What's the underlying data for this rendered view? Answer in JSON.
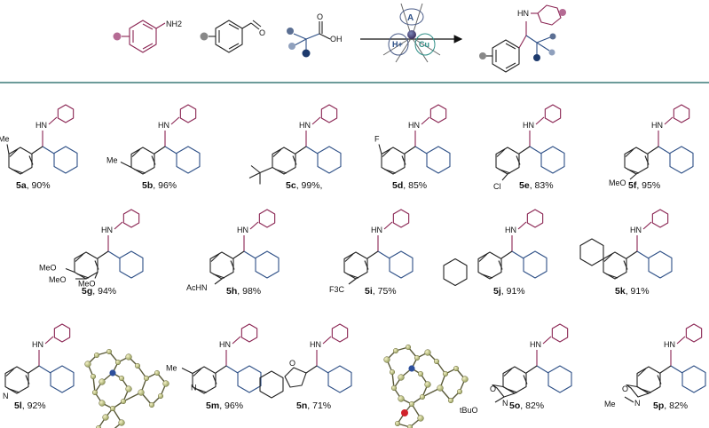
{
  "reaction": {
    "amine_label": "NH2",
    "aldehyde_label": "O",
    "acid_label": "OH",
    "acid_carbonyl_label": "O",
    "product_nh": "HN",
    "catalyst": {
      "a": "A",
      "acid": "H+",
      "cu": "Cu"
    }
  },
  "colors": {
    "amine": "#8a2452",
    "acid": "#2d4f86",
    "aryl": "#444444",
    "divider": "#3b7a78"
  },
  "compounds": [
    {
      "id": "5a",
      "yield": ", 90%",
      "sub": "Me"
    },
    {
      "id": "5b",
      "yield": ", 96%",
      "sub": "Me"
    },
    {
      "id": "5c",
      "yield": ", 99%,",
      "sub": ""
    },
    {
      "id": "5d",
      "yield": ", 85%",
      "sub": "F"
    },
    {
      "id": "5e",
      "yield": ", 83%",
      "sub": "Cl"
    },
    {
      "id": "5f",
      "yield": ", 95%",
      "sub": "MeO"
    },
    {
      "id": "5g",
      "yield": ", 94%",
      "sub": "MeO"
    },
    {
      "id": "5h",
      "yield": ", 98%",
      "sub": "AcHN"
    },
    {
      "id": "5i",
      "yield": ", 75%",
      "sub": "F3C"
    },
    {
      "id": "5j",
      "yield": ", 91%",
      "sub": ""
    },
    {
      "id": "5k",
      "yield": ", 91%",
      "sub": ""
    },
    {
      "id": "5l",
      "yield": ", 92%",
      "sub": "N"
    },
    {
      "id": "5m",
      "yield": ", 96%",
      "sub": "Me"
    },
    {
      "id": "5n",
      "yield": ", 71%",
      "sub": "O"
    },
    {
      "id": "5o",
      "yield": ", 82%",
      "sub": "tBuO"
    },
    {
      "id": "5p",
      "yield": ", 82%",
      "sub": "Me"
    }
  ]
}
